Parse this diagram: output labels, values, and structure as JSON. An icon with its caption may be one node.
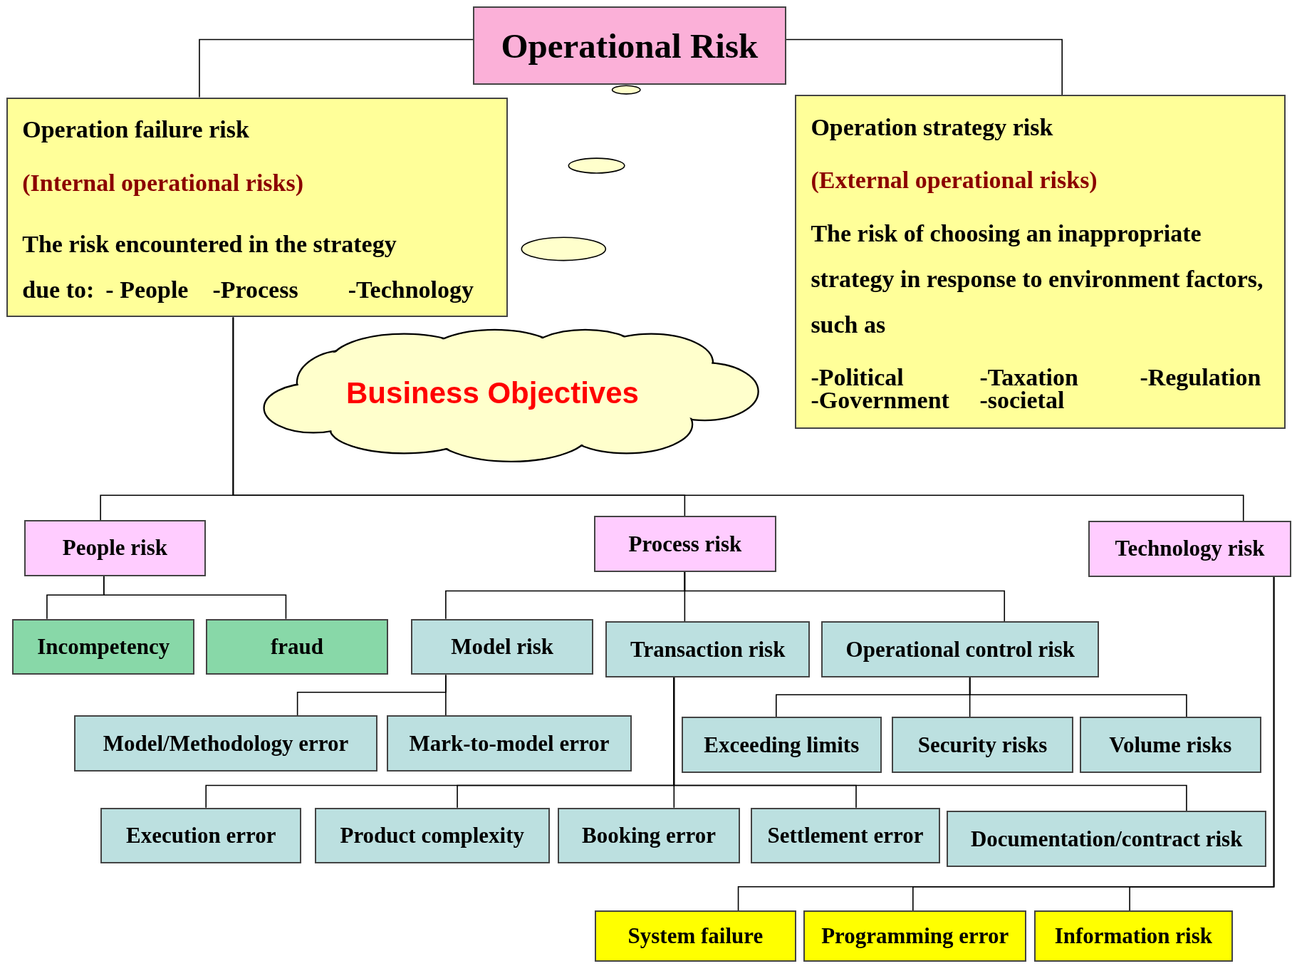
{
  "diagram": {
    "nodes": [
      {
        "text": [
          "Operational Risk"
        ]
      },
      {
        "text": [
          "Operation failure risk",
          "(Internal operational risks)",
          "The risk encountered in the strategy",
          "due to:",
          "- People",
          "-Process",
          "-Technology"
        ]
      },
      {
        "text": [
          "Operation strategy  risk",
          "(External operational risks)",
          "The risk of choosing an inappropriate strategy in response to environment factors, such as",
          "-Political",
          "-Taxation",
          "-Regulation",
          "-Government",
          "-societal"
        ]
      },
      {
        "text": [
          "Business Objectives"
        ]
      },
      {
        "text": [
          "People risk"
        ]
      },
      {
        "text": [
          "Process risk"
        ]
      },
      {
        "text": [
          "Technology risk"
        ]
      },
      {
        "text": [
          "Incompetency"
        ]
      },
      {
        "text": [
          "fraud"
        ]
      },
      {
        "text": [
          "Model risk"
        ]
      },
      {
        "text": [
          "Transaction risk"
        ]
      },
      {
        "text": [
          "Operational control risk"
        ]
      },
      {
        "text": [
          "Model/Methodology error"
        ]
      },
      {
        "text": [
          "Mark-to-model error"
        ]
      },
      {
        "text": [
          "Exceeding limits"
        ]
      },
      {
        "text": [
          "Security risks"
        ]
      },
      {
        "text": [
          "Volume risks"
        ]
      },
      {
        "text": [
          "Execution error"
        ]
      },
      {
        "text": [
          "Product complexity"
        ]
      },
      {
        "text": [
          "Booking error"
        ]
      },
      {
        "text": [
          "Settlement error"
        ]
      },
      {
        "text": [
          "Documentation/contract  risk"
        ]
      },
      {
        "text": [
          "System failure"
        ]
      },
      {
        "text": [
          "Programming error"
        ]
      },
      {
        "text": [
          "Information risk"
        ]
      }
    ],
    "edges": [
      {
        "from": 0,
        "to": 1,
        "arrow": "none"
      },
      {
        "from": 0,
        "to": 2,
        "arrow": "none"
      },
      {
        "from": 1,
        "to": 4,
        "arrow": "none"
      },
      {
        "from": 1,
        "to": 5,
        "arrow": "none"
      },
      {
        "from": 1,
        "to": 6,
        "arrow": "none"
      },
      {
        "from": 4,
        "to": 7,
        "arrow": "none"
      },
      {
        "from": 4,
        "to": 8,
        "arrow": "none"
      },
      {
        "from": 5,
        "to": 9,
        "arrow": "none"
      },
      {
        "from": 5,
        "to": 10,
        "arrow": "none"
      },
      {
        "from": 5,
        "to": 11,
        "arrow": "none"
      },
      {
        "from": 9,
        "to": 12,
        "arrow": "none"
      },
      {
        "from": 9,
        "to": 13,
        "arrow": "none"
      },
      {
        "from": 11,
        "to": 14,
        "arrow": "none"
      },
      {
        "from": 11,
        "to": 15,
        "arrow": "none"
      },
      {
        "from": 11,
        "to": 16,
        "arrow": "none"
      },
      {
        "from": 10,
        "to": 17,
        "arrow": "none"
      },
      {
        "from": 10,
        "to": 18,
        "arrow": "none"
      },
      {
        "from": 10,
        "to": 19,
        "arrow": "none"
      },
      {
        "from": 10,
        "to": 20,
        "arrow": "none"
      },
      {
        "from": 10,
        "to": 21,
        "arrow": "none"
      },
      {
        "from": 6,
        "to": 22,
        "arrow": "none"
      },
      {
        "from": 6,
        "to": 23,
        "arrow": "none"
      },
      {
        "from": 6,
        "to": 24,
        "arrow": "none"
      }
    ]
  }
}
